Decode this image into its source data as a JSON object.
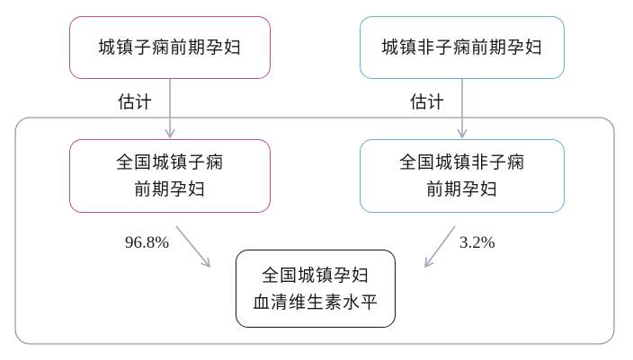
{
  "nodes": {
    "urban_pregnant_early_pregnancy": "城镇子痫前期孕妇",
    "urban_non_pregnant_early_pregnancy": "城镇非子痫前期孕妇",
    "national_urban_pregnant_line1": "全国城镇子痫",
    "national_urban_pregnant_line2": "前期孕妇",
    "national_urban_non_pregnant_line1": "全国城镇非子痫",
    "national_urban_non_pregnant_line2": "前期孕妇",
    "result_line1": "全国城镇孕妇",
    "result_line2": "血清维生素水平"
  },
  "edge_labels": {
    "estimate_left": "估计",
    "estimate_right": "估计",
    "weight_left": "96.8%",
    "weight_right": "3.2%"
  },
  "colors": {
    "magenta_border": "#c04a9a",
    "blue_border": "#6aaed0",
    "arrow": "#a0a8bc",
    "container": "#9a9a9a"
  }
}
